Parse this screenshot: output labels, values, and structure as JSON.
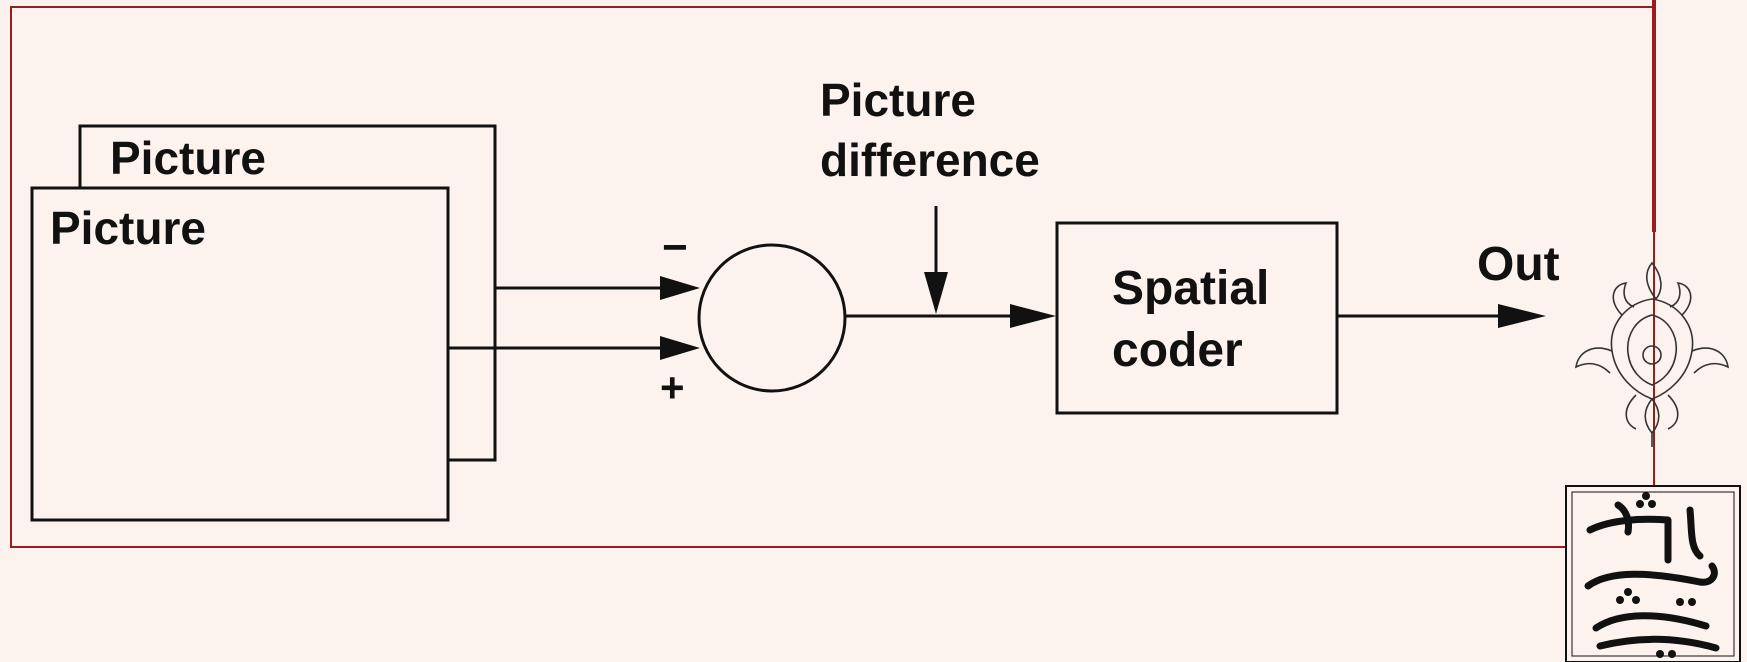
{
  "diagram": {
    "picture_back_label": "Picture",
    "picture_front_label": "Picture",
    "minus_sign": "−",
    "plus_sign": "+",
    "difference_label_line1": "Picture",
    "difference_label_line2": "difference",
    "coder_label_line1": "Spatial",
    "coder_label_line2": "coder",
    "out_label": "Out"
  },
  "logo": {
    "text": "دانشگاه شهید بهشتی"
  },
  "colors": {
    "background": "#fdf3ee",
    "frame": "#9b1c1c",
    "stroke": "#111111"
  }
}
